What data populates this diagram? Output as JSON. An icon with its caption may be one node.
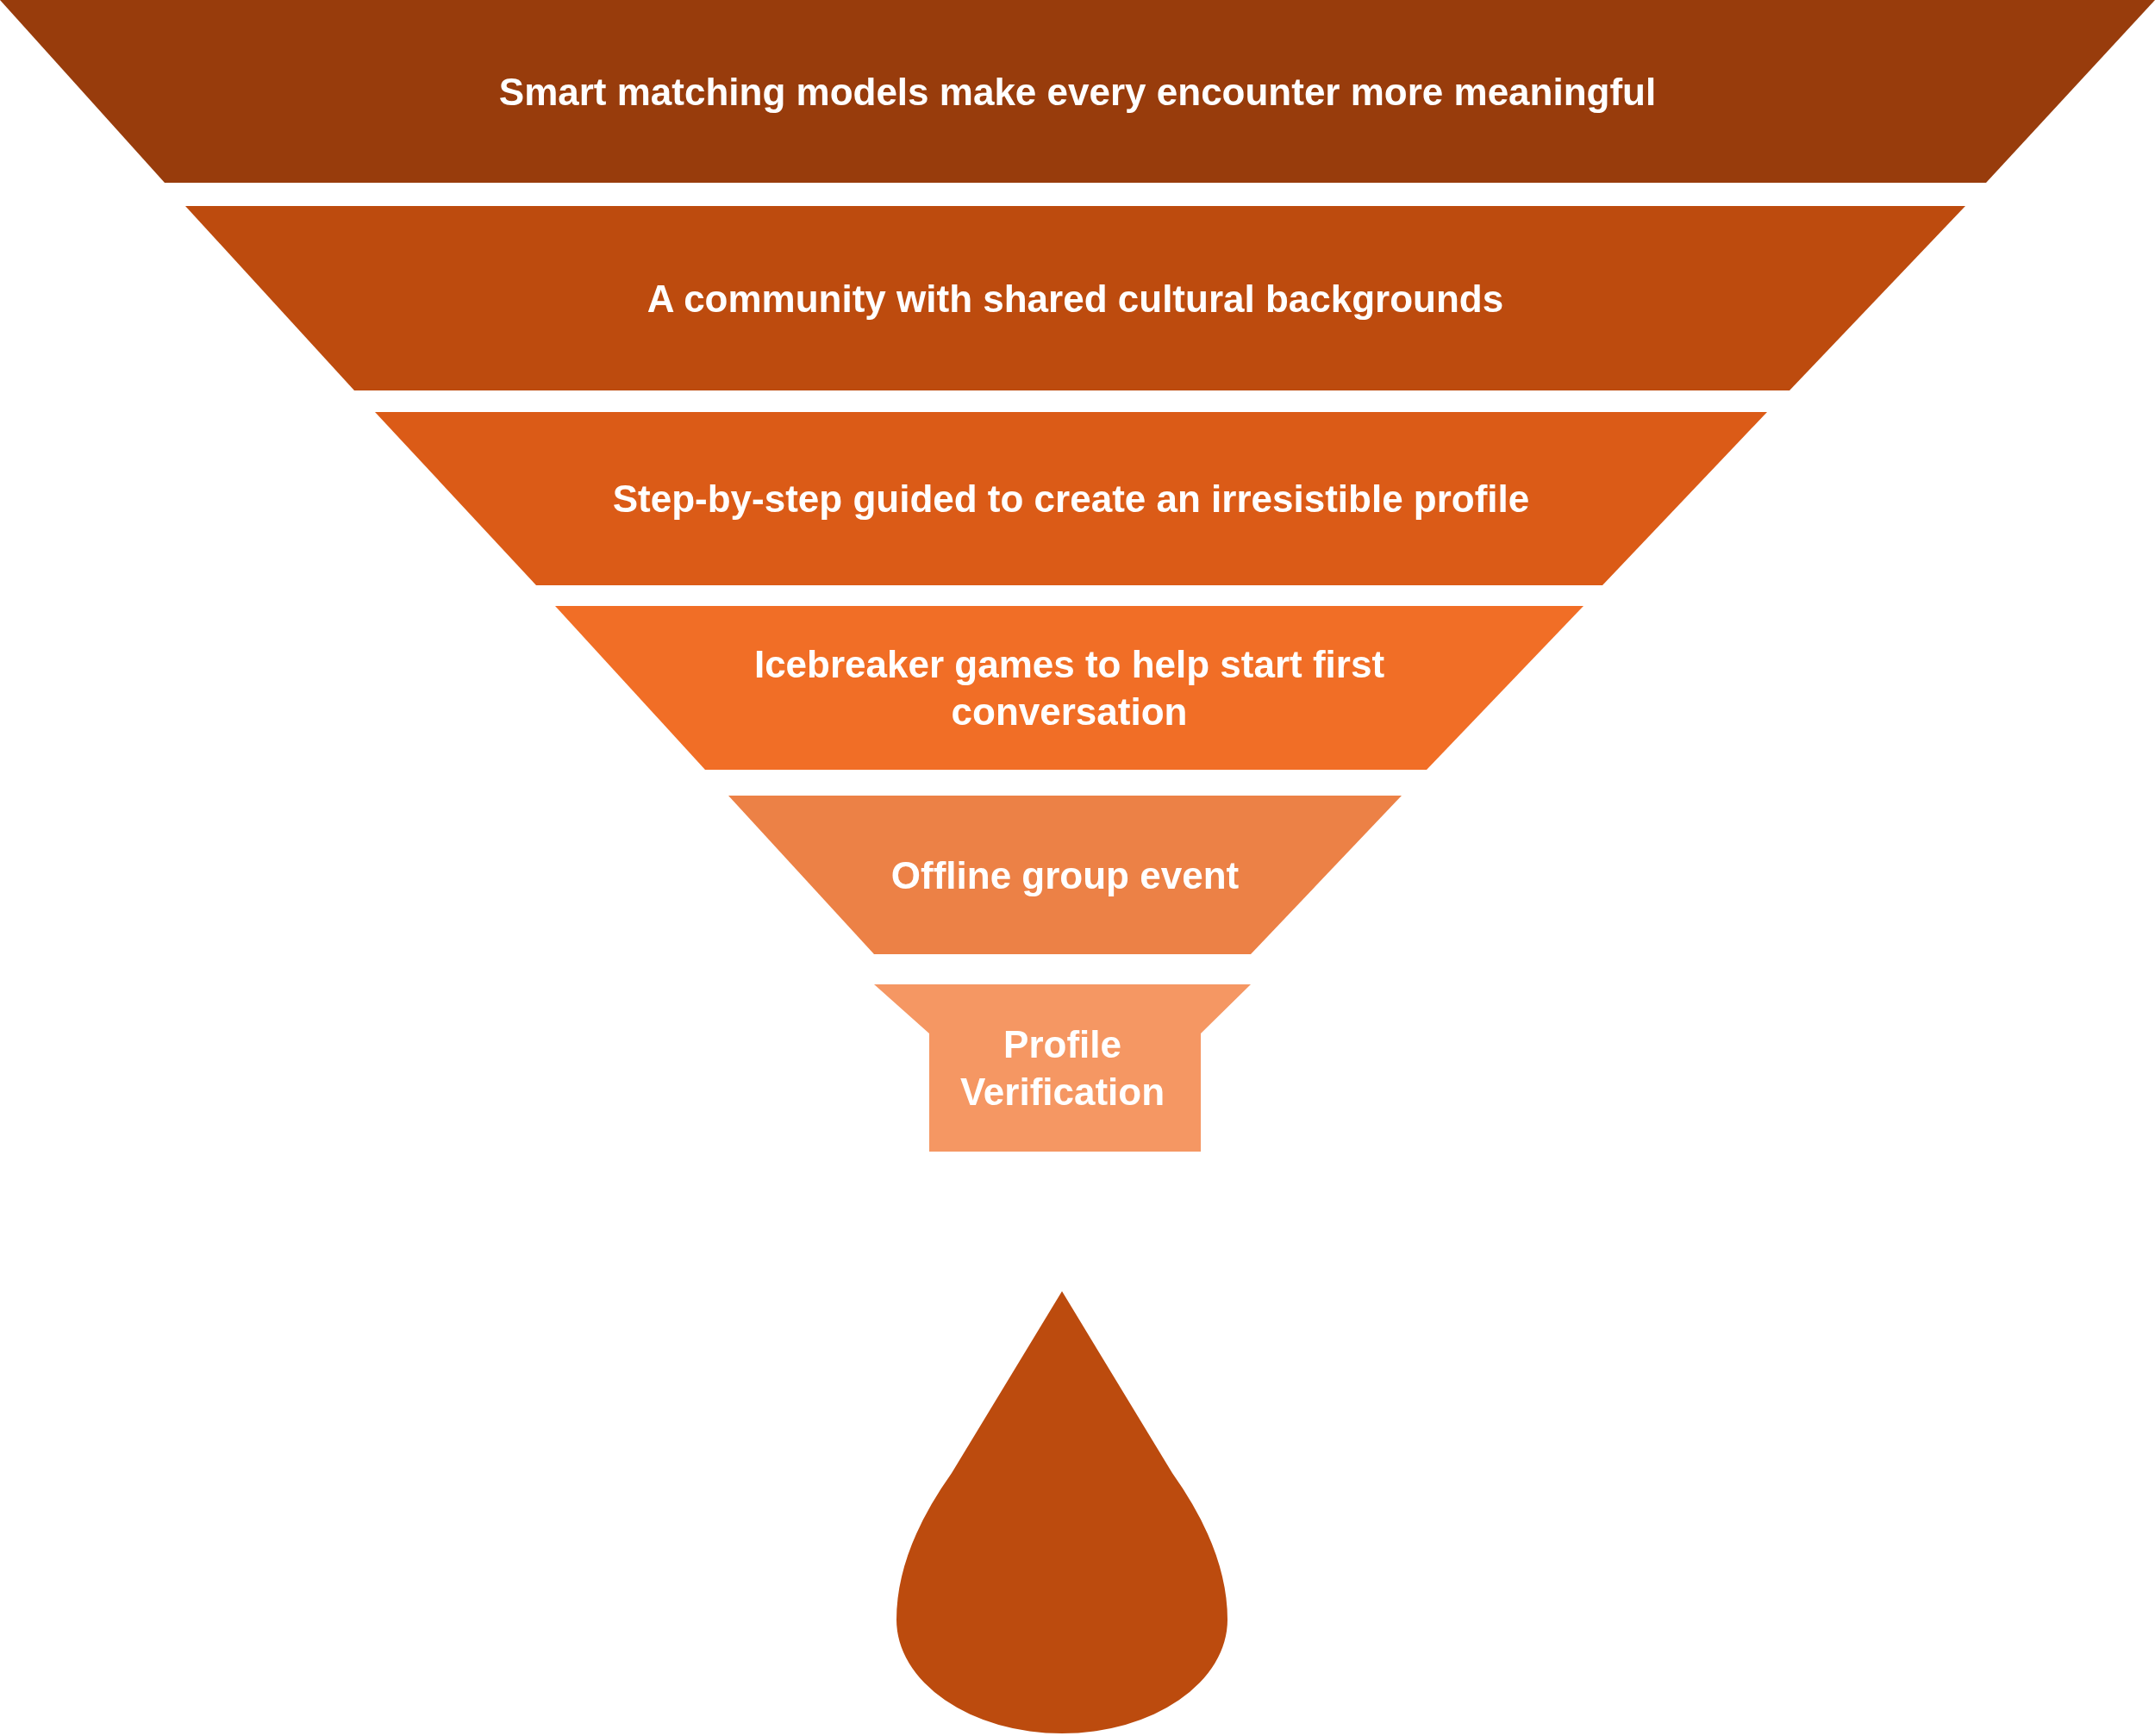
{
  "diagram": {
    "nodes": [
      {
        "text": [
          "Smart matching models make every encounter more meaningful"
        ]
      },
      {
        "text": [
          "A community with shared cultural backgrounds"
        ]
      },
      {
        "text": [
          "Step-by-step guided to create an irresistible profile"
        ]
      },
      {
        "text": [
          "Icebreaker games to help start first conversation"
        ]
      },
      {
        "text": [
          "Offline group event"
        ]
      },
      {
        "text": [
          "Profile Verification"
        ]
      },
      {
        "text": [],
        "shape": "drop"
      }
    ]
  }
}
